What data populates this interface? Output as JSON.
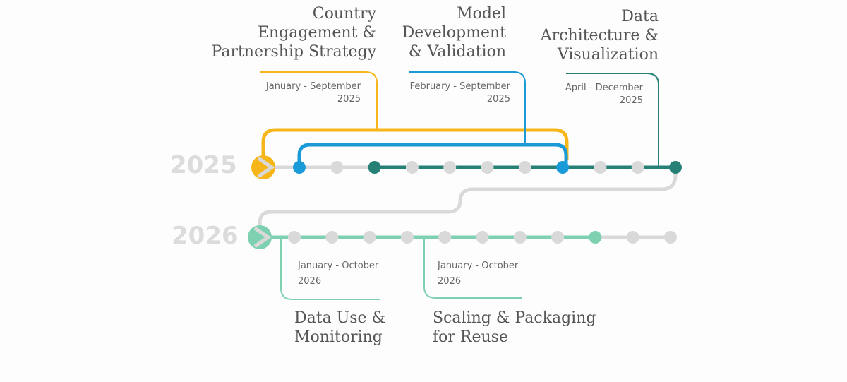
{
  "years": [
    {
      "label": "2025"
    },
    {
      "label": "2026"
    }
  ],
  "colors": {
    "track": "#d9d9d9",
    "yellow": "#f6b619",
    "blue": "#1a9ad6",
    "teal": "#268076",
    "mint": "#7dd1b1",
    "title_text": "#555555",
    "date_text": "#666666",
    "year_text": "#dcdcdc"
  },
  "workstreams": [
    {
      "title_lines": [
        "Country",
        "Engagement &",
        "Partnership Strategy"
      ],
      "dates": [
        "January - September",
        "2025"
      ],
      "color": "#f6b619"
    },
    {
      "title_lines": [
        "Model",
        "Development",
        "& Validation"
      ],
      "dates": [
        "February - September",
        "2025"
      ],
      "color": "#1a9ad6"
    },
    {
      "title_lines": [
        "Data",
        "Architecture &",
        "Visualization"
      ],
      "dates": [
        "April - December",
        "2025"
      ],
      "color": "#268076"
    },
    {
      "title_lines": [
        "Data Use &",
        "Monitoring"
      ],
      "dates": [
        "January - October",
        "2026"
      ],
      "color": "#7dd1b1"
    },
    {
      "title_lines": [
        "Scaling & Packaging",
        "for Reuse"
      ],
      "dates": [
        "January - October",
        "2026"
      ],
      "color": "#7dd1b1"
    }
  ],
  "timeline": {
    "months_per_year": 12,
    "row_2025": {
      "start_icon": "play-chevron-icon",
      "milestones": [
        {
          "month": 1,
          "state": "start-blue"
        },
        {
          "month": 2,
          "state": "empty"
        },
        {
          "month": 3,
          "state": "start-teal"
        },
        {
          "month": 4,
          "state": "empty"
        },
        {
          "month": 5,
          "state": "empty"
        },
        {
          "month": 6,
          "state": "empty"
        },
        {
          "month": 7,
          "state": "empty"
        },
        {
          "month": 8,
          "state": "end-blue"
        },
        {
          "month": 9,
          "state": "empty"
        },
        {
          "month": 10,
          "state": "empty"
        },
        {
          "month": 11,
          "state": "end-teal"
        }
      ]
    },
    "row_2026": {
      "start_icon": "play-chevron-icon",
      "milestones": [
        {
          "month": 1,
          "state": "empty"
        },
        {
          "month": 2,
          "state": "empty"
        },
        {
          "month": 3,
          "state": "empty"
        },
        {
          "month": 4,
          "state": "empty"
        },
        {
          "month": 5,
          "state": "empty"
        },
        {
          "month": 6,
          "state": "empty"
        },
        {
          "month": 7,
          "state": "empty"
        },
        {
          "month": 8,
          "state": "empty"
        },
        {
          "month": 9,
          "state": "end-mint"
        },
        {
          "month": 10,
          "state": "empty"
        },
        {
          "month": 11,
          "state": "empty"
        }
      ]
    }
  }
}
